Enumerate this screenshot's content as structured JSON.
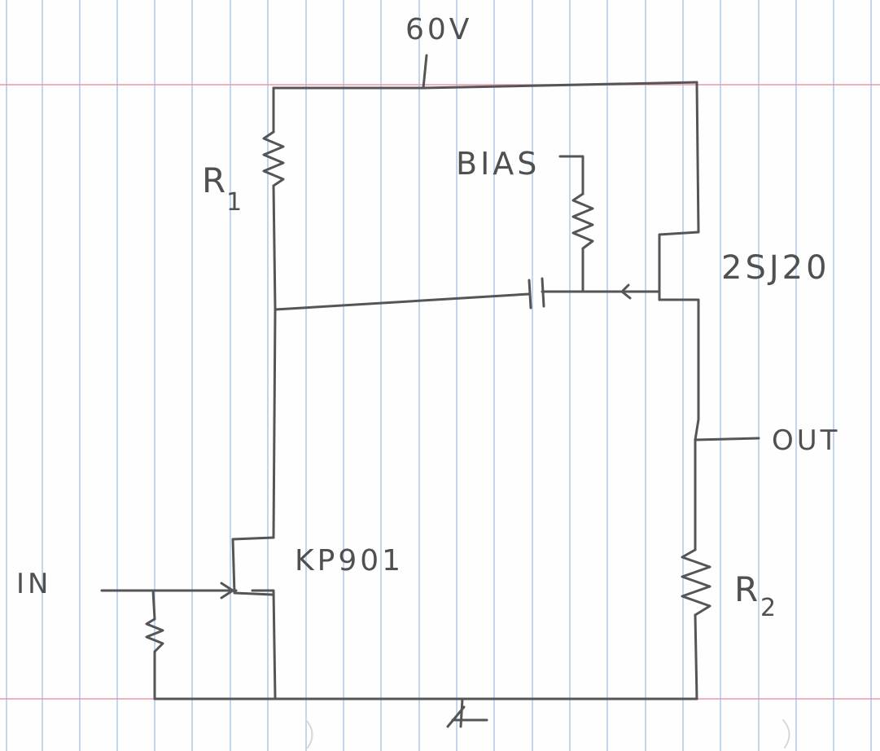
{
  "paper": {
    "rule_color": "#a9c6ea",
    "margin_color": "#e89aa6",
    "ink_color": "#555555"
  },
  "labels": {
    "supply": "60V",
    "r1_letter": "R",
    "r1_sub": "1",
    "bias": "BIAS",
    "jfet_part": "2SJ20",
    "out": "OUT",
    "in": "IN",
    "input_part": "KP901",
    "r2_letter": "R",
    "r2_sub": "2"
  }
}
